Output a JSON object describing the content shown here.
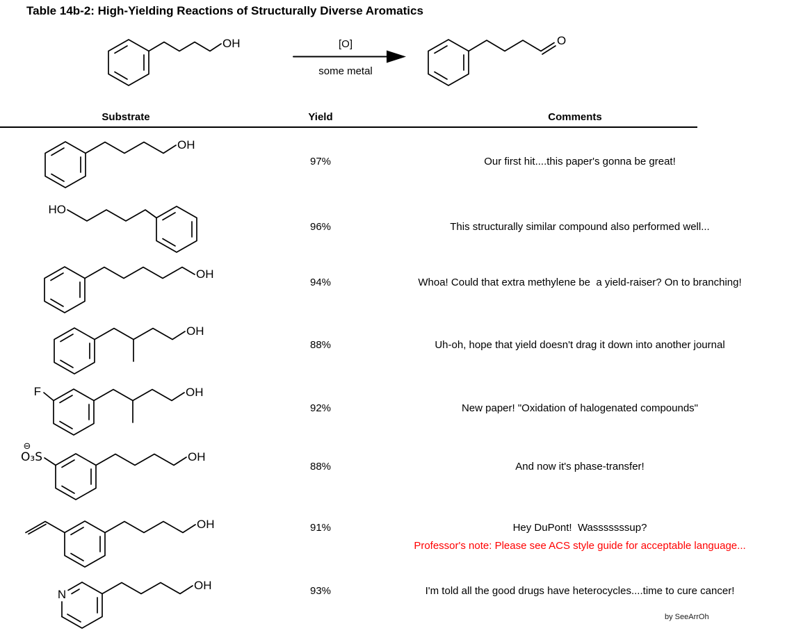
{
  "title": "Table 14b-2: High-Yielding Reactions of Structurally Diverse Aromatics",
  "scheme": {
    "oxidant": "[O]",
    "catalyst": "some metal",
    "reactant_oh": "OH",
    "product_o": "O"
  },
  "columns": {
    "substrate": "Substrate",
    "yield": "Yield",
    "comments": "Comments"
  },
  "atoms": {
    "oh": "OH",
    "ho": "HO",
    "f": "F",
    "n": "N",
    "sulfonate": "O₃S",
    "charge": "⊖"
  },
  "rows": [
    {
      "yield": "97%",
      "comment": "Our first hit....this paper's gonna be great!"
    },
    {
      "yield": "96%",
      "comment": "This structurally similar compound also performed well..."
    },
    {
      "yield": "94%",
      "comment": "Whoa! Could that extra methylene be  a yield-raiser? On to branching!"
    },
    {
      "yield": "88%",
      "comment": "Uh-oh, hope that yield doesn't drag it down into another journal"
    },
    {
      "yield": "92%",
      "comment": "New paper! \"Oxidation of halogenated compounds\""
    },
    {
      "yield": "88%",
      "comment": "And now it's phase-transfer!"
    },
    {
      "yield": "91%",
      "comment": "Hey DuPont!  Wasssssssup?",
      "note": "Professor's note: Please see ACS style guide for acceptable language..."
    },
    {
      "yield": "93%",
      "comment": "I'm told all the good drugs have heterocycles....time to cure cancer!"
    }
  ],
  "credit": "by SeeArrOh",
  "colors": {
    "ink": "#000000",
    "note_red": "#ff0000"
  }
}
